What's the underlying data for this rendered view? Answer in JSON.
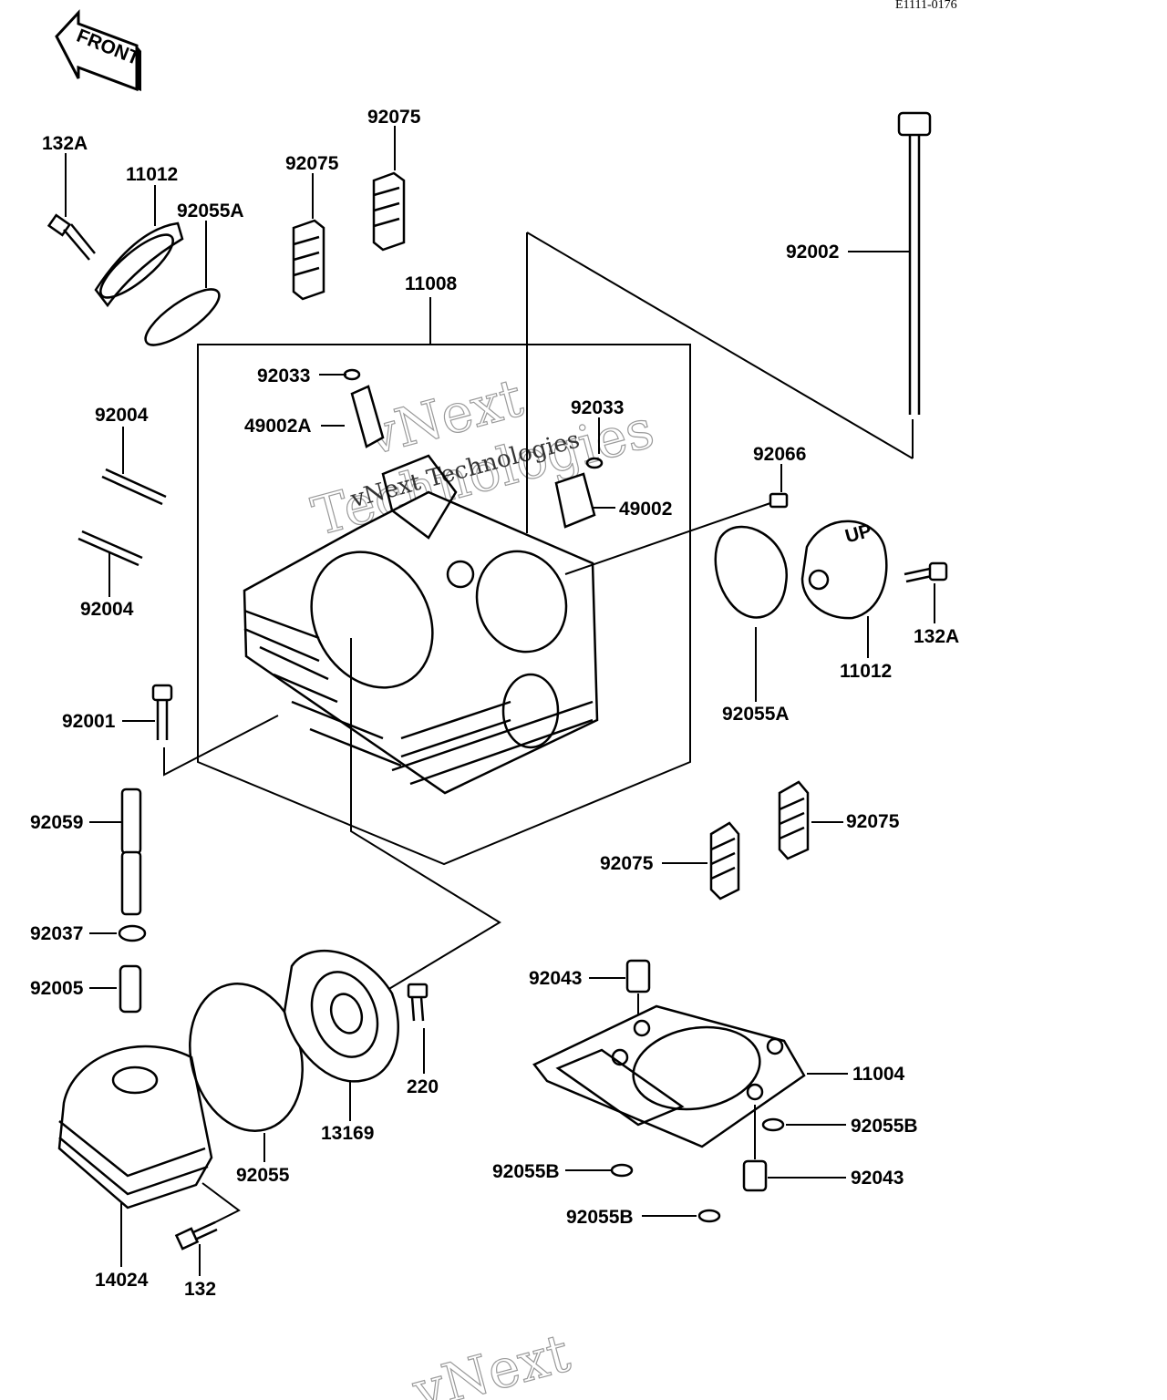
{
  "diagram_code": "E1111-0176",
  "front_badge": "FRONT",
  "watermark": {
    "line1": "vNext",
    "line2": "Technologies",
    "overlay": "vNext Technologies",
    "bottom": "vNext"
  },
  "cover_marking": "UP",
  "labels": {
    "p132A_left": "132A",
    "p11012_top": "11012",
    "p92055A_top": "92055A",
    "p92075_a": "92075",
    "p92075_b": "92075",
    "p92002": "92002",
    "p11008": "11008",
    "p92033_left": "92033",
    "p49002A": "49002A",
    "p92033_right": "92033",
    "p92066": "92066",
    "p49002": "49002",
    "p92004_top": "92004",
    "p92004_bottom": "92004",
    "p132A_right": "132A",
    "p11012_right": "11012",
    "p92055A_right": "92055A",
    "p92001": "92001",
    "p92059": "92059",
    "p92075_c": "92075",
    "p92075_d": "92075",
    "p92037": "92037",
    "p92005": "92005",
    "p92043_top": "92043",
    "p11004": "11004",
    "p220": "220",
    "p13169": "13169",
    "p92055": "92055",
    "p92055B_right": "92055B",
    "p92055B_left": "92055B",
    "p92043_bottom": "92043",
    "p92055B_bottom": "92055B",
    "p14024": "14024",
    "p132": "132"
  }
}
